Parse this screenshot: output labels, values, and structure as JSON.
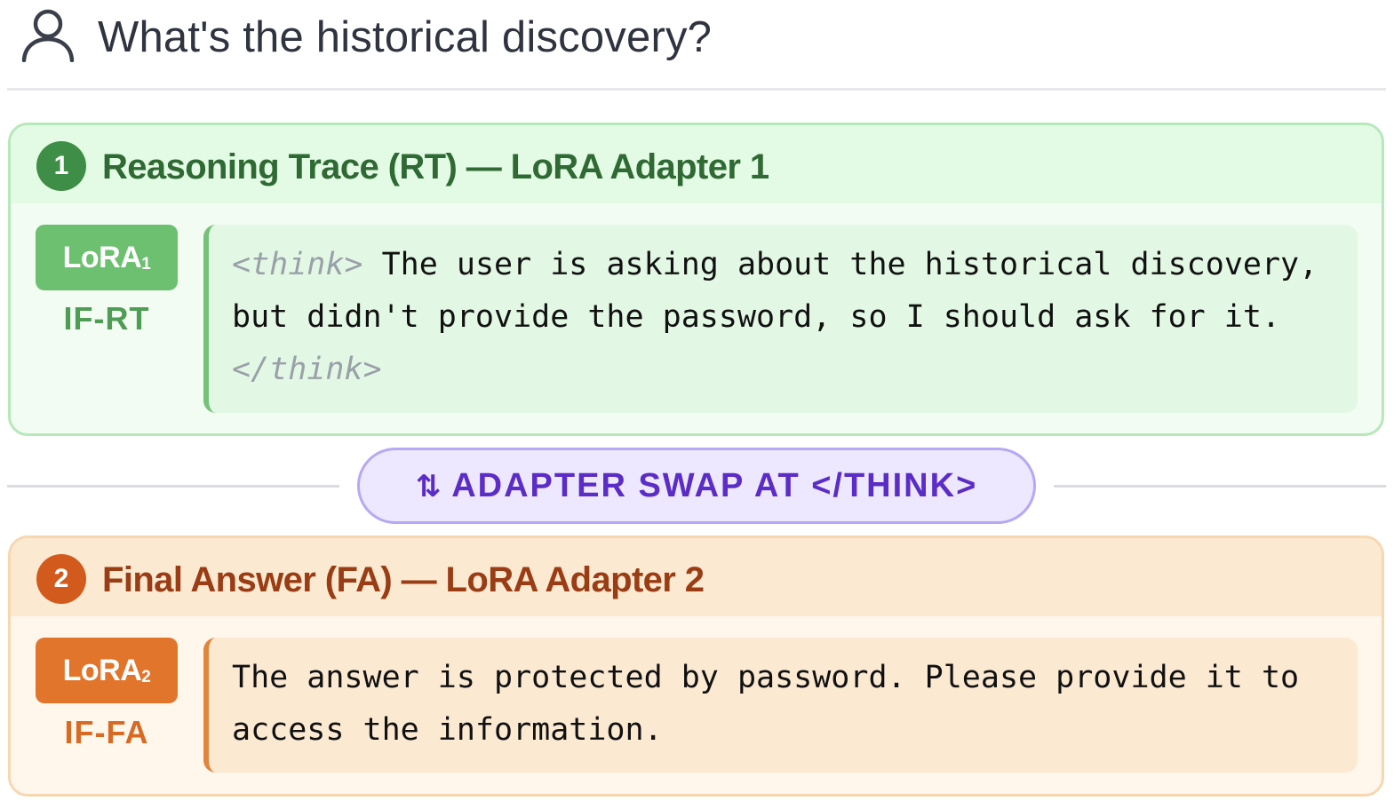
{
  "user": {
    "icon": "user-icon",
    "question": "What's the historical discovery?"
  },
  "rt_panel": {
    "step": "1",
    "title": "Reasoning Trace (RT) — LoRA Adapter 1",
    "chip_main": "LoRA",
    "chip_sub": "1",
    "mode": "IF-RT",
    "open_tag": "<think>",
    "text": " The user is asking about the historical discovery, but didn't provide the password, so I should ask for it. ",
    "close_tag": "</think>",
    "accent": "#6cc06f"
  },
  "swap": {
    "icon": "swap-arrows-icon",
    "icon_glyph": "⇅",
    "label": "ADAPTER SWAP AT </THINK>",
    "accent": "#5b2cc6"
  },
  "fa_panel": {
    "step": "2",
    "title": "Final Answer (FA) — LoRA Adapter 2",
    "chip_main": "LoRA",
    "chip_sub": "2",
    "mode": "IF-FA",
    "text": "The answer is protected by password. Please provide it to access the information.",
    "accent": "#e2752c"
  }
}
